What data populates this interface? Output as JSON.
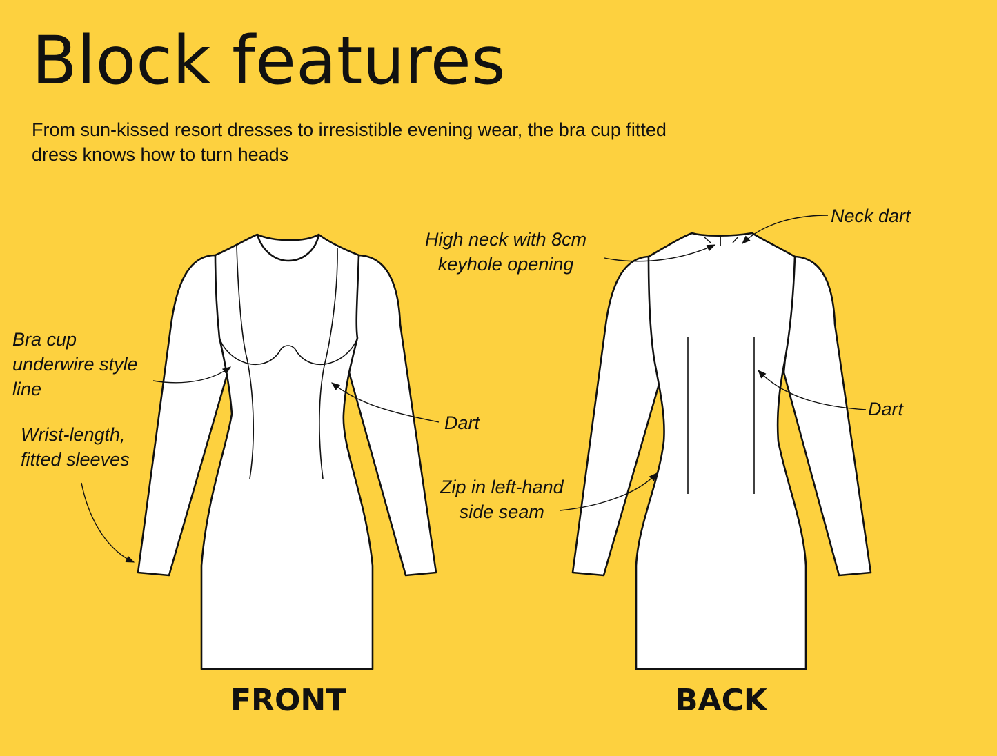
{
  "title": "Block features",
  "subtitle": "From sun-kissed resort dresses to irresistible evening wear, the bra cup fitted dress knows how to turn heads",
  "colors": {
    "background": "#FDD13F",
    "garment_fill": "#FFFFFF",
    "outline": "#111111"
  },
  "views": {
    "front": "FRONT",
    "back": "BACK"
  },
  "callouts": {
    "bra_cup": "Bra cup\nunderwire style\nline",
    "sleeves": "Wrist-length,\nfitted sleeves",
    "front_dart": "Dart",
    "high_neck": "High neck with 8cm\nkeyhole opening",
    "neck_dart": "Neck dart",
    "back_dart": "Dart",
    "zip": "Zip in left-hand\nside seam"
  }
}
